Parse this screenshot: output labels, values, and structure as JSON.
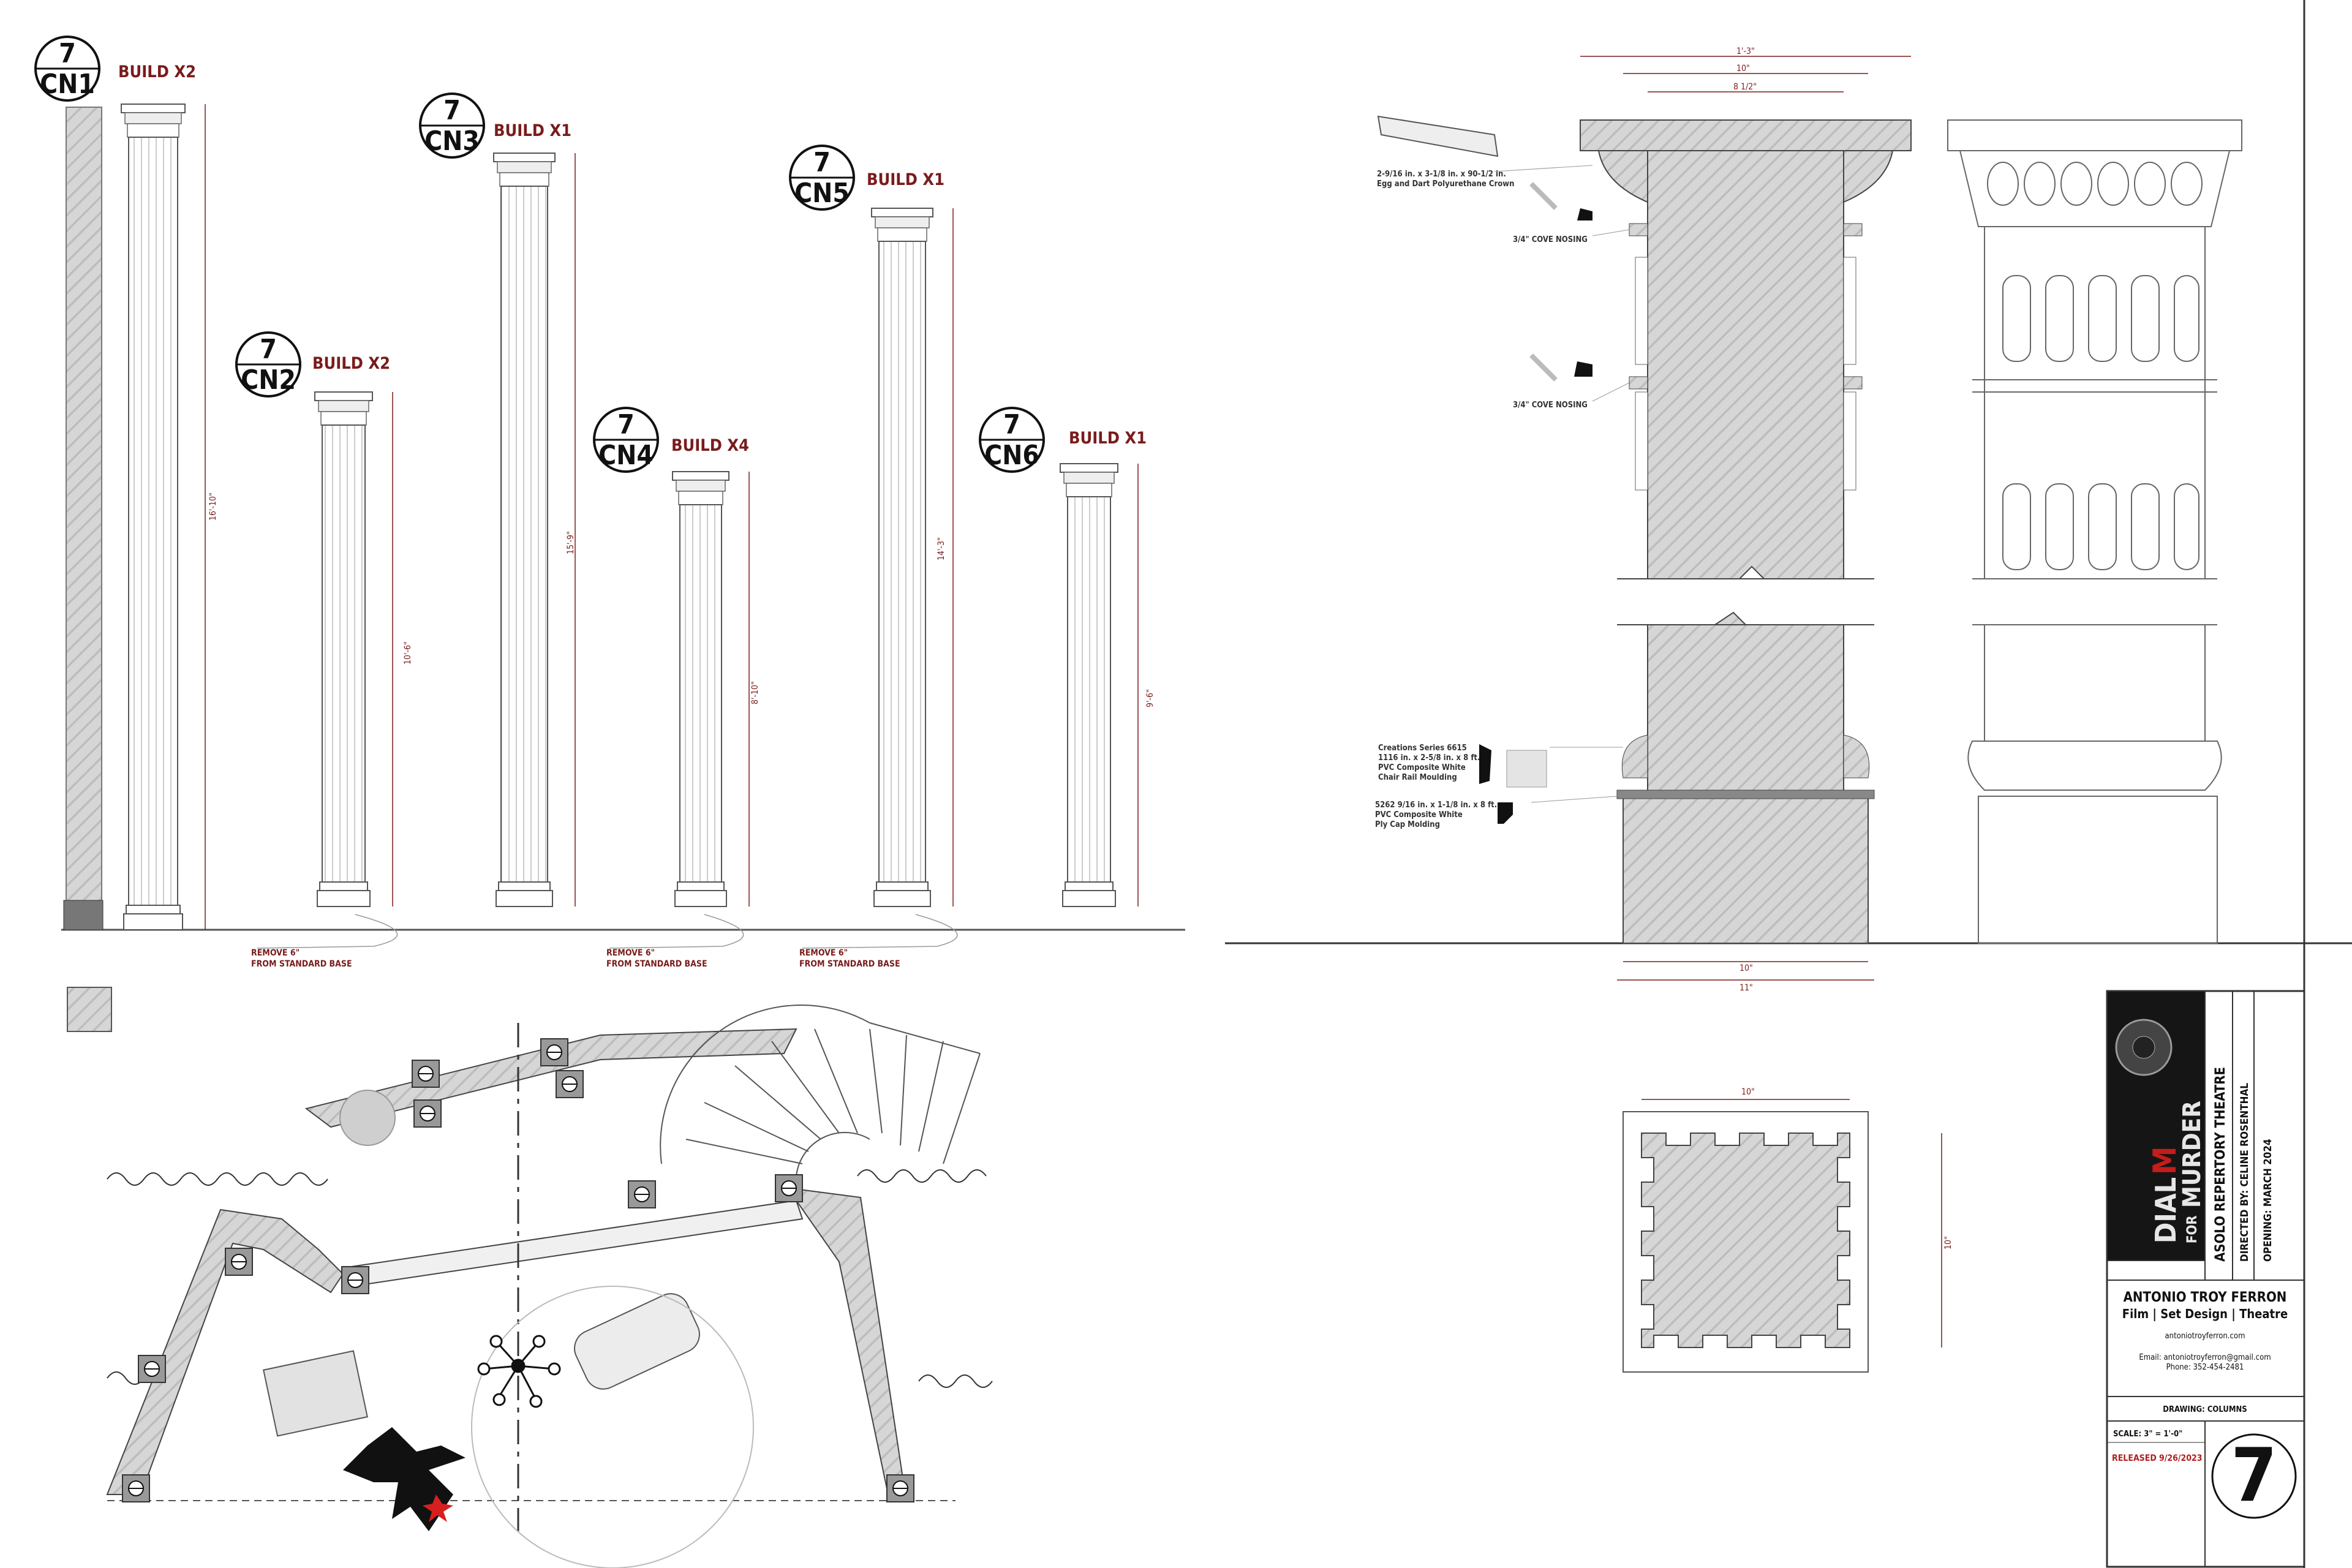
{
  "columns": [
    {
      "id": "CN1",
      "sheet": "7",
      "build": "BUILD X2",
      "height": "16'-10\""
    },
    {
      "id": "CN2",
      "sheet": "7",
      "build": "BUILD X2",
      "height": "10'-6\""
    },
    {
      "id": "CN3",
      "sheet": "7",
      "build": "BUILD X1",
      "height": "15'-9\""
    },
    {
      "id": "CN4",
      "sheet": "7",
      "build": "BUILD X4",
      "height": "8'-10\""
    },
    {
      "id": "CN5",
      "sheet": "7",
      "build": "BUILD X1",
      "height": "14'-3\""
    },
    {
      "id": "CN6",
      "sheet": "7",
      "build": "BUILD X1",
      "height": "9'-6\""
    }
  ],
  "notes": {
    "remove_base_1": "REMOVE 6\"",
    "remove_base_2": "FROM STANDARD BASE"
  },
  "detail": {
    "dim_top_overall": "1'-3\"",
    "dim_top_mid": "10\"",
    "dim_top_inner": "8 1/2\"",
    "dim_bottom_inner": "10\"",
    "dim_bottom_outer": "11\"",
    "dim_plan_top": "10\"",
    "dim_plan_side": "10\"",
    "crown_line1": "2-9/16 in. x 3-1/8 in. x 90-1/2 in.",
    "crown_line2": "Egg and Dart Polyurethane Crown",
    "cove_1": "3/4\" COVE NOSING",
    "cove_2": "3/4\" COVE NOSING",
    "chair_line1": "Creations Series 6615",
    "chair_line2": "1116 in. x 2-5/8 in. x 8 ft.",
    "chair_line3": "PVC Composite White",
    "chair_line4": "Chair Rail Moulding",
    "plycap_line1": "5262 9/16 in. x 1-1/8 in. x 8 ft.",
    "plycap_line2": "PVC Composite White",
    "plycap_line3": "Ply Cap Molding"
  },
  "title_block": {
    "show_title_1": "DIAL",
    "show_title_m": "M",
    "show_title_for": "FOR",
    "show_title_2": "MURDER",
    "theatre": "ASOLO REPERTORY THEATRE",
    "director": "DIRECTED BY: CELINE ROSENTHAL",
    "opening": "OPENING: MARCH 2024",
    "designer": "ANTONIO TROY FERRON",
    "discipline": "Film | Set Design | Theatre",
    "website": "antoniotroyferron.com",
    "email": "Email: antoniotroyferron@gmail.com",
    "phone": "Phone: 352-454-2481",
    "drawing": "DRAWING: COLUMNS",
    "scale": "SCALE: 3\" = 1'-0\"",
    "released_label": "RELEASED",
    "released_date": "9/26/2023",
    "sheet_number": "7"
  },
  "colors": {
    "accent_red": "#7a1c1c",
    "hatch_gray": "#c9c9c9",
    "line": "#555555"
  }
}
